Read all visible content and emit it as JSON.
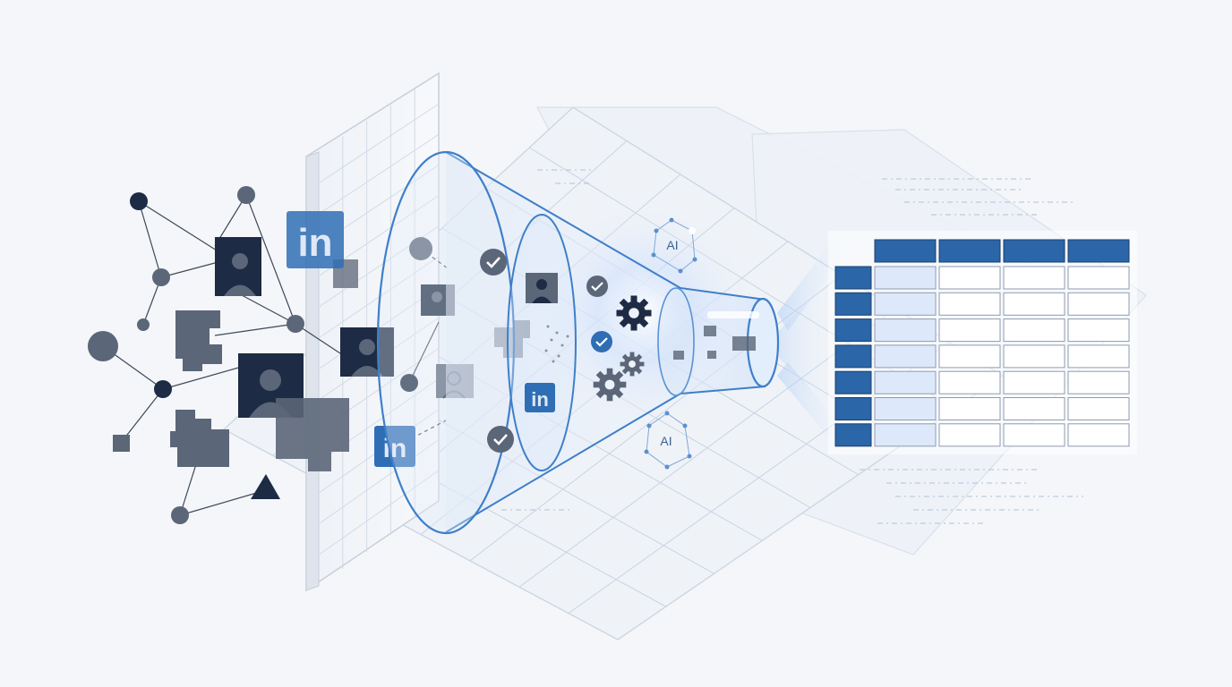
{
  "colors": {
    "background": "#f4f6f9",
    "node_dark": "#1d2b44",
    "node_gray": "#5b6678",
    "accent_blue": "#2f6eb5",
    "funnel_stroke": "#3f7fc9",
    "table_header": "#2a66a8",
    "table_cell_light": "#dde9fb",
    "grid_line": "#c9d3e2"
  },
  "labels": {
    "linkedin_mark": "in",
    "ai_badge": "AI"
  },
  "icons": {
    "linkedin": "linkedin-logo-icon",
    "profile": "user-profile-icon",
    "check": "check-circle-icon",
    "gear": "gear-icon",
    "ai_network": "ai-network-icon",
    "puzzle": "puzzle-piece-icon"
  },
  "table": {
    "header_columns": 4,
    "rows": 7
  }
}
